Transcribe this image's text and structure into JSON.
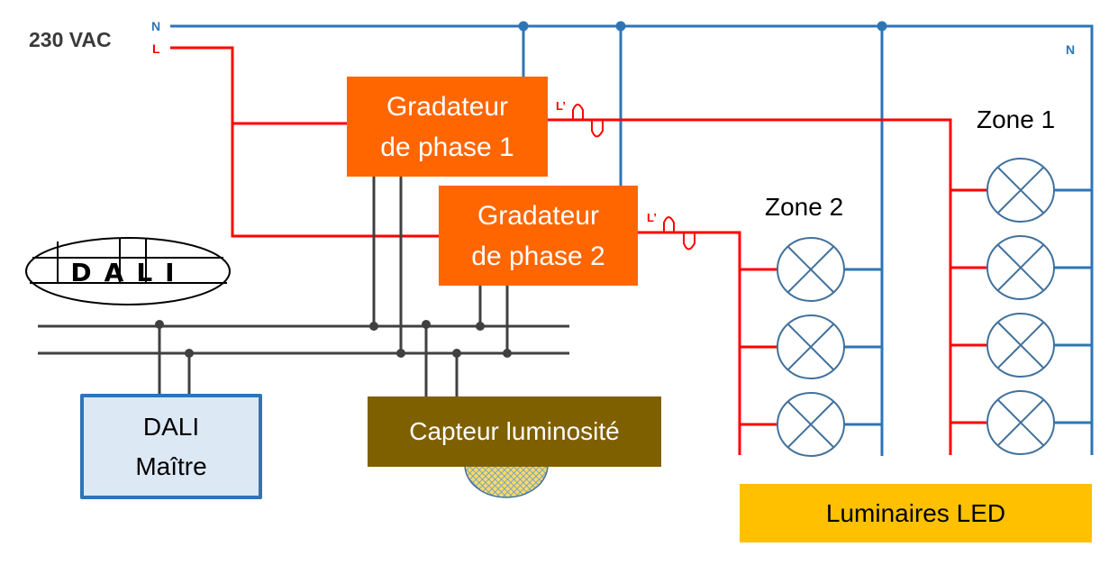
{
  "supply": {
    "voltage_label": "230 VAC",
    "neutral_label": "N",
    "line_label": "L",
    "neutral_label_right": "N"
  },
  "dimmers": [
    {
      "line1": "Gradateur",
      "line2": "de phase 1",
      "output_label": "L’"
    },
    {
      "line1": "Gradateur",
      "line2": "de phase 2",
      "output_label": "L’"
    }
  ],
  "dali_logo": {
    "text": "DALI"
  },
  "dali_master": {
    "line1": "DALI",
    "line2": "Maître"
  },
  "light_sensor": {
    "label": "Capteur luminosité"
  },
  "zones": [
    {
      "label": "Zone 1",
      "lamp_count": 4
    },
    {
      "label": "Zone 2",
      "lamp_count": 3
    }
  ],
  "luminaires_label": "Luminaires LED",
  "colors": {
    "neutral": "#2e75b6",
    "line": "#ff0000",
    "bus": "#404040",
    "dimmer": "#ff6600",
    "sensor": "#7f6000",
    "luminaires": "#ffc000",
    "master_fill": "#dde8f5",
    "master_border": "#2e75b6",
    "lamp": "#41719c"
  }
}
